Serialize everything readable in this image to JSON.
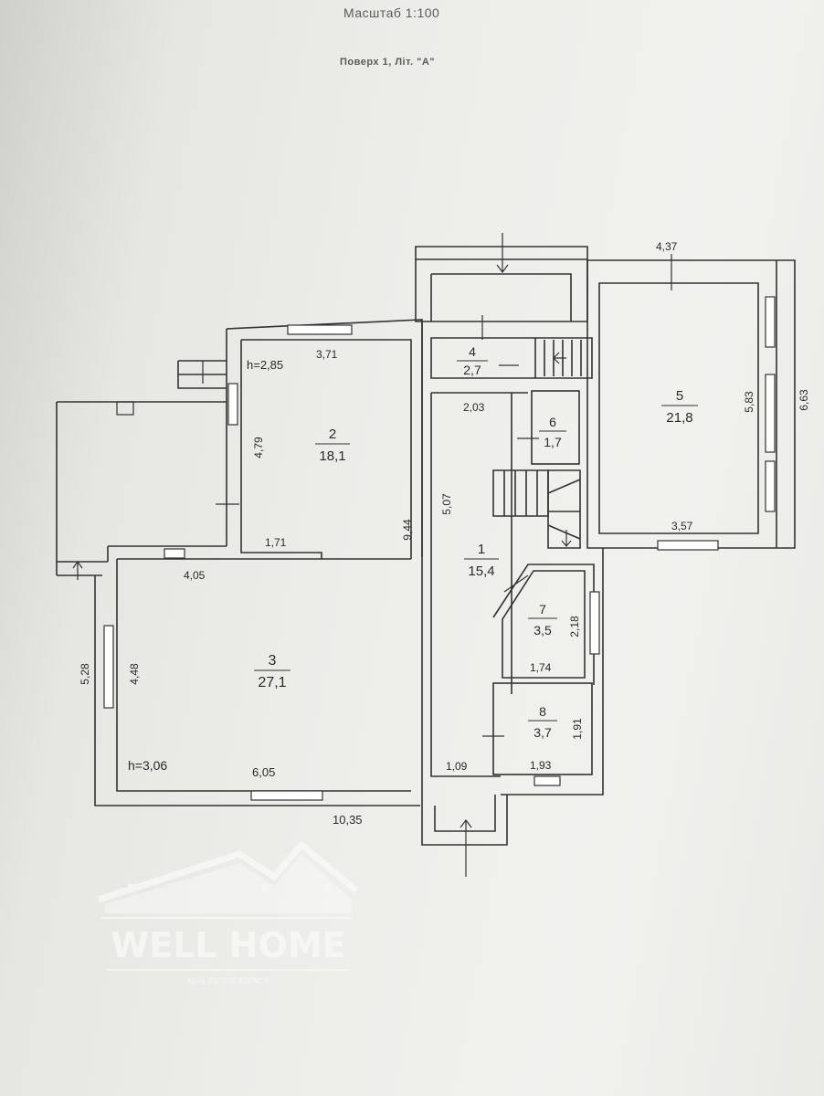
{
  "header": {
    "scale": "Масштаб 1:100",
    "floor": "Поверх 1, Літ. \"А\""
  },
  "rooms": [
    {
      "number": "1",
      "area": "15,4"
    },
    {
      "number": "2",
      "area": "18,1"
    },
    {
      "number": "3",
      "area": "27,1"
    },
    {
      "number": "4",
      "area": "2,7"
    },
    {
      "number": "5",
      "area": "21,8"
    },
    {
      "number": "6",
      "area": "1,7"
    },
    {
      "number": "7",
      "area": "3,5"
    },
    {
      "number": "8",
      "area": "3,7"
    }
  ],
  "heights": {
    "room2": "h=2,85",
    "room3": "h=3,06"
  },
  "dimensions": {
    "d371": "3,71",
    "d479": "4,79",
    "d171": "1,71",
    "d944": "9,44",
    "d507": "5,07",
    "d203": "2,03",
    "d437": "4,37",
    "d583": "5,83",
    "d663": "6,63",
    "d357": "3,57",
    "d405": "4,05",
    "d528": "5,28",
    "d448": "4,48",
    "d605": "6,05",
    "d1035": "10,35",
    "d109": "1,09",
    "d218": "2,18",
    "d174": "1,74",
    "d191": "1,91",
    "d193": "1,93"
  },
  "watermark": {
    "brand": "WELL HOME",
    "tagline": "REAL ESTATE AGENCY"
  }
}
